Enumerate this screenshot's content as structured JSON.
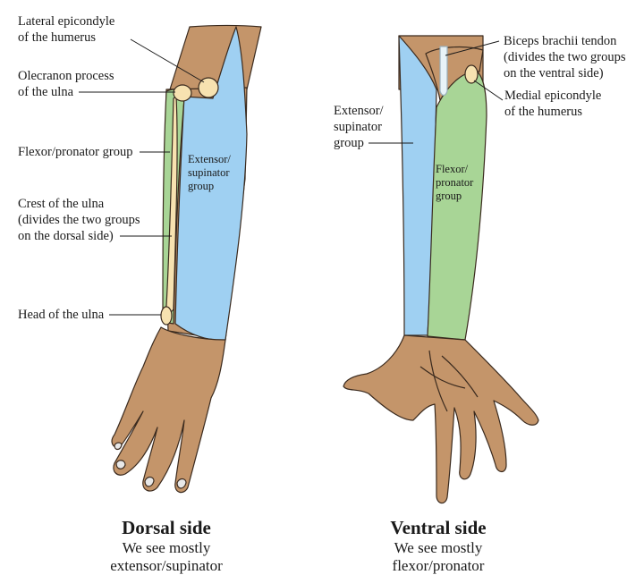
{
  "colors": {
    "skin": "#c4956a",
    "skin_outline": "#3a2a1e",
    "extensor_blue": "#9fd0f2",
    "flexor_green": "#a8d596",
    "bone_yellow": "#f7e2b0",
    "tendon": "#e8f3f8"
  },
  "dorsal": {
    "labels": {
      "lateral_epicondyle": "Lateral epicondyle\nof the humerus",
      "olecranon": "Olecranon process\nof the ulna",
      "flexor_pronator": "Flexor/pronator group",
      "crest": "Crest of the ulna\n(divides the two groups\non the dorsal side)",
      "head_ulna": "Head of the ulna"
    },
    "inner_label": "Extensor/\nsupinator\ngroup",
    "title": "Dorsal side",
    "subtitle": "We see mostly\nextensor/supinator"
  },
  "ventral": {
    "labels": {
      "biceps_tendon": "Biceps brachii tendon\n(divides the two groups\non the ventral side)",
      "medial_epicondyle": "Medial epicondyle\nof the humerus",
      "extensor_supinator": "Extensor/\nsupinator\ngroup"
    },
    "inner_label": "Flexor/\npronator\ngroup",
    "title": "Ventral side",
    "subtitle": "We see mostly\nflexor/pronator"
  }
}
